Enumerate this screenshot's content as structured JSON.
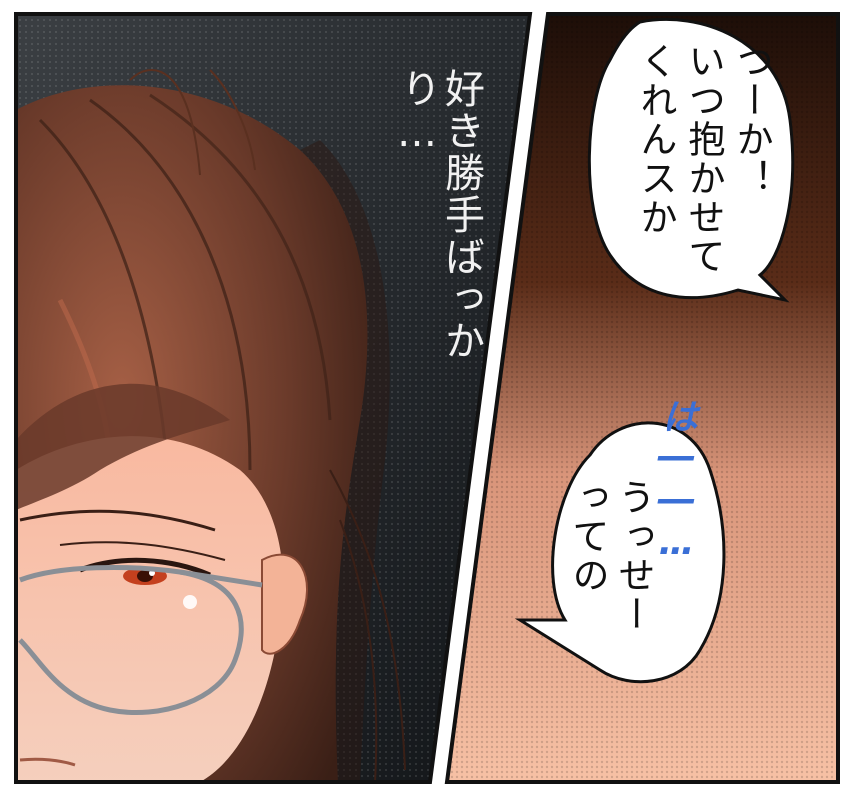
{
  "narration": {
    "text": "好き勝手ばっかり…"
  },
  "bubble_top": {
    "lines": [
      "つーか！",
      "いつ抱かせて",
      "くれんスか"
    ]
  },
  "bubble_bottom": {
    "lines": [
      "うっせー",
      "っての"
    ]
  },
  "sfx": {
    "text": "は――…"
  },
  "colors": {
    "left_bg": "#2b2f33",
    "right_bg_top": "#2a150c",
    "right_bg_bottom": "#f2b79a",
    "hair": "#6a3a2a",
    "skin": "#f6c4a8",
    "sfx": "#3a6fd6"
  },
  "icons": [
    "bubble-tail"
  ]
}
